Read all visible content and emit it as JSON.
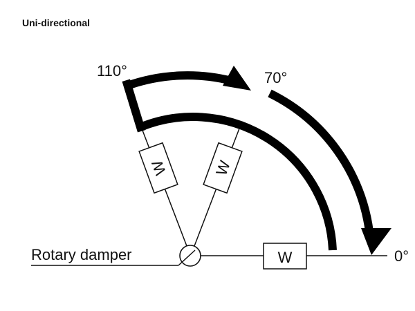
{
  "title": "Uni-directional",
  "labels": {
    "angle_110": "110°",
    "angle_70": "70°",
    "angle_0": "0°",
    "rotary_damper": "Rotary damper"
  },
  "dampers": [
    {
      "label": "W",
      "angle_deg": 110
    },
    {
      "label": "W",
      "angle_deg": 70
    },
    {
      "label": "W",
      "angle_deg": 0
    }
  ],
  "colors": {
    "stroke": "#000000",
    "background": "#ffffff"
  }
}
